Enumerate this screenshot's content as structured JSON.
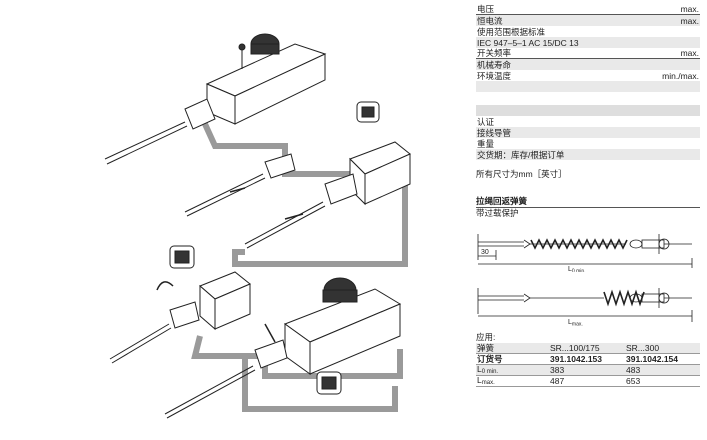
{
  "spec_rows": [
    {
      "label": "电压",
      "value": "max.",
      "style": "line"
    },
    {
      "label": "恒电流",
      "value": "max.",
      "style": "shade"
    },
    {
      "label": "使用范围根据标准",
      "value": "",
      "style": "plain"
    },
    {
      "label": "IEC 947–5–1 AC 15/DC 13",
      "value": "",
      "style": "shade"
    },
    {
      "label": "开关频率",
      "value": "max.",
      "style": "line"
    },
    {
      "label": "机械寿命",
      "value": "",
      "style": "shade"
    },
    {
      "label": "环境温度",
      "value": "min./max.",
      "style": "plain"
    },
    {
      "label": "",
      "value": "",
      "style": "shade"
    },
    {
      "label": "",
      "value": "",
      "style": "spacer"
    },
    {
      "label": "",
      "value": "",
      "style": "shade-dark"
    },
    {
      "label": "认证",
      "value": "",
      "style": "plain"
    },
    {
      "label": "接线导管",
      "value": "",
      "style": "shade"
    },
    {
      "label": "重量",
      "value": "",
      "style": "plain"
    },
    {
      "label": "交货期：库存/根据订单",
      "value": "",
      "style": "shade"
    }
  ],
  "note": "所有尺寸为mm［英寸］",
  "section": {
    "title": "拉绳回返弹簧",
    "subtitle": "带过载保护"
  },
  "drawing1": {
    "dim_30": "30",
    "dim_l": "L",
    "dim_l_sub": "0 min."
  },
  "drawing2": {
    "dim_l": "L",
    "dim_l_sub": "max."
  },
  "application": {
    "label": "应用:",
    "rows": [
      {
        "c1": "弹簧",
        "c1_sub": "",
        "c2": "SR...100/175",
        "c3": "SR...300",
        "bold": false,
        "shade": true
      },
      {
        "c1": "订货号",
        "c1_sub": "",
        "c2": "391.1042.153",
        "c3": "391.1042.154",
        "bold": true,
        "shade": false
      },
      {
        "c1": "L",
        "c1_sub": "0 min.",
        "c2": "383",
        "c3": "483",
        "bold": false,
        "shade": true
      },
      {
        "c1": "L",
        "c1_sub": "max.",
        "c2": "487",
        "c3": "653",
        "bold": false,
        "shade": false
      }
    ]
  }
}
